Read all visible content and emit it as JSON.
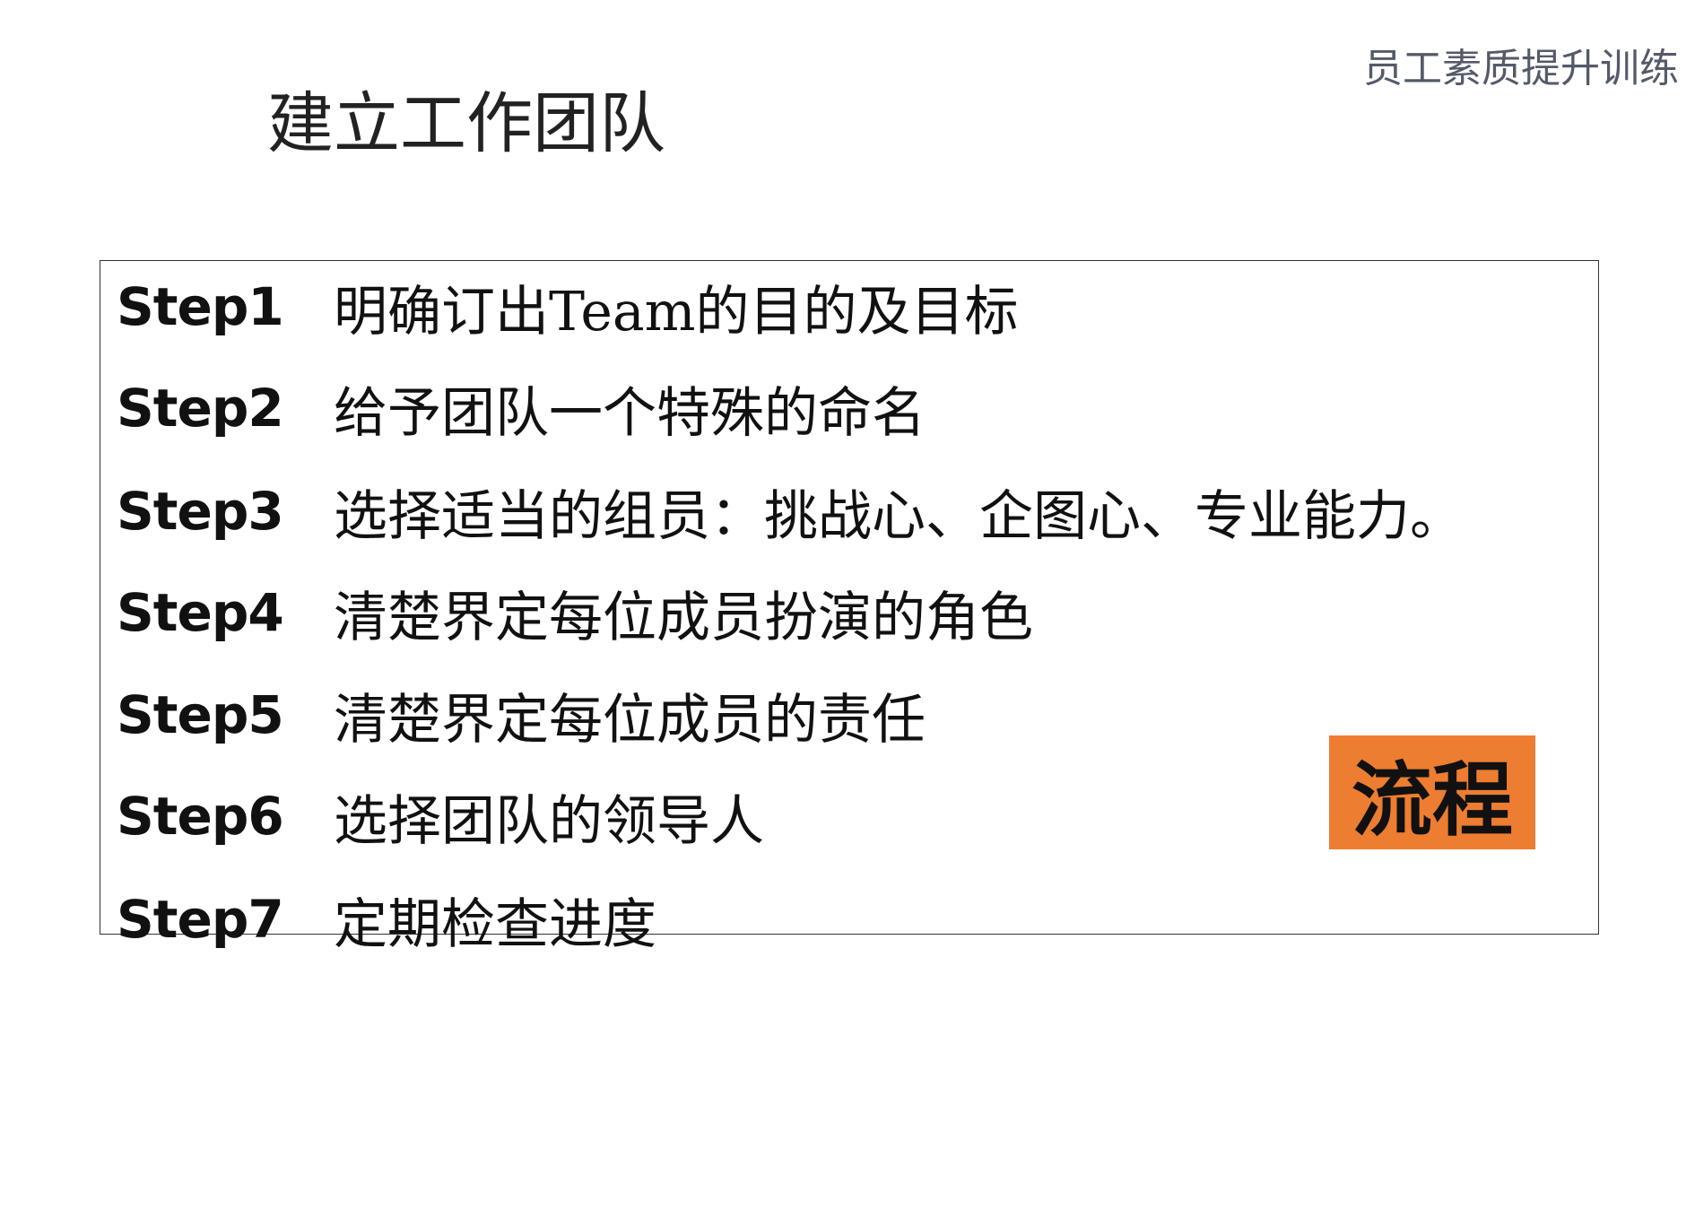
{
  "header": {
    "course": "员工素质提升训练"
  },
  "title": "建立工作团队",
  "steps": [
    {
      "label": "Step1",
      "text": "明确订出Team的目的及目标"
    },
    {
      "label": "Step2",
      "text": "给予团队一个特殊的命名"
    },
    {
      "label": "Step3",
      "text": "选择适当的组员：挑战心、企图心、专业能力。"
    },
    {
      "label": "Step4",
      "text": "清楚界定每位成员扮演的角色"
    },
    {
      "label": "Step5",
      "text": "清楚界定每位成员的责任"
    },
    {
      "label": "Step6",
      "text": "选择团队的领导人"
    },
    {
      "label": "Step7",
      "text": "定期检查进度"
    }
  ],
  "tag": {
    "text": "流程",
    "color": "#ED7D31"
  }
}
